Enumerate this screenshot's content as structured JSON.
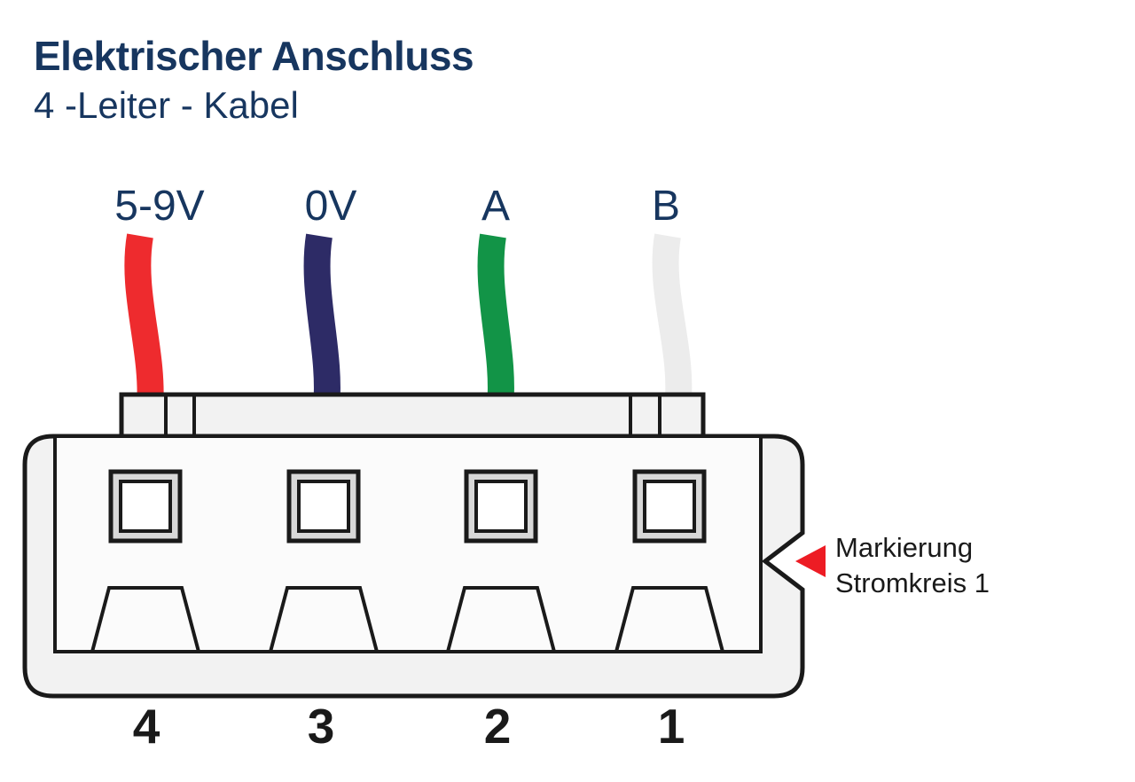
{
  "title": "Elektrischer Anschluss",
  "subtitle": "4 -Leiter - Kabel",
  "wires": [
    {
      "label": "5-9V",
      "color": "#ee2b2e"
    },
    {
      "label": "0V",
      "color": "#2d2b66"
    },
    {
      "label": "A",
      "color": "#129447"
    },
    {
      "label": "B",
      "color": "#ececec"
    }
  ],
  "pins": [
    {
      "number": "4"
    },
    {
      "number": "3"
    },
    {
      "number": "2"
    },
    {
      "number": "1"
    }
  ],
  "marker": {
    "line1": "Markierung",
    "line2": "Stromkreis 1",
    "arrow_color": "#ed1c24"
  },
  "colors": {
    "heading": "#17365f",
    "outline": "#1a1a1a",
    "housing_fill": "#f2f2f2",
    "face_fill": "#fbfbfb",
    "socket_ring": "#d8d8d8",
    "socket_center": "#ffffff",
    "text": "#1a1a1a"
  }
}
